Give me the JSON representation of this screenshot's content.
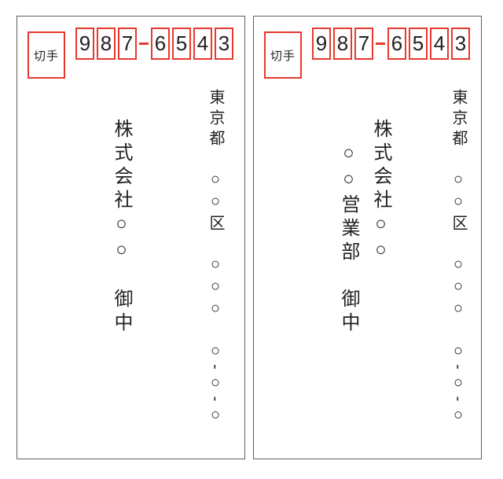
{
  "colors": {
    "accent_red": "#e8392f",
    "envelope_border": "#5f5f5f",
    "text": "#222222"
  },
  "envelopes": [
    {
      "side": "left",
      "stamp_label": "切手",
      "postal": {
        "d1": "9",
        "d2": "8",
        "d3": "7",
        "d4": "6",
        "d5": "5",
        "d6": "4",
        "d7": "3"
      },
      "address": "東京都　○○区　○○○　○-○-○",
      "company": "株式会社○○　御中"
    },
    {
      "side": "right",
      "stamp_label": "切手",
      "postal": {
        "d1": "9",
        "d2": "8",
        "d3": "7",
        "d4": "6",
        "d5": "5",
        "d6": "4",
        "d7": "3"
      },
      "address": "東京都　○○区　○○○　○-○-○",
      "company": "株式会社○○",
      "department": "○○営業部　御中"
    }
  ]
}
